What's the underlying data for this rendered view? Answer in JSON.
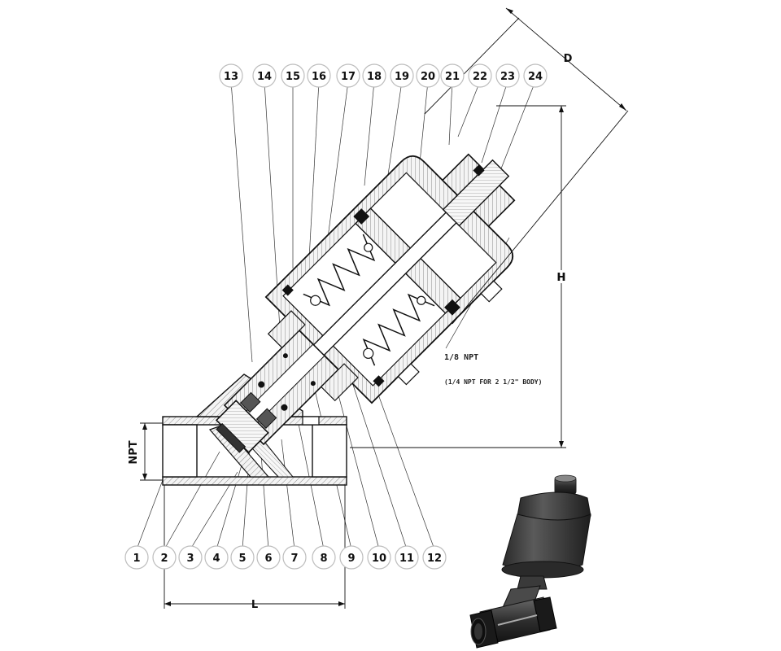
{
  "callouts_top": [
    "13",
    "14",
    "15",
    "16",
    "17",
    "18",
    "19",
    "20",
    "21",
    "22",
    "23",
    "24"
  ],
  "callouts_bottom": [
    "1",
    "2",
    "3",
    "4",
    "5",
    "6",
    "7",
    "8",
    "9",
    "10",
    "11",
    "12"
  ],
  "dimensions": {
    "D": "D",
    "H": "H",
    "L": "L",
    "NPT": "NPT"
  },
  "notes": {
    "port": "1/8 NPT",
    "port_alt": "(1/4 NPT FOR 2 1/2\" BODY)"
  },
  "colors": {
    "line": "#111111",
    "hatch": "#777777",
    "bubble_stroke": "#bdbdbd",
    "photo_body": "#3a3a3a"
  }
}
